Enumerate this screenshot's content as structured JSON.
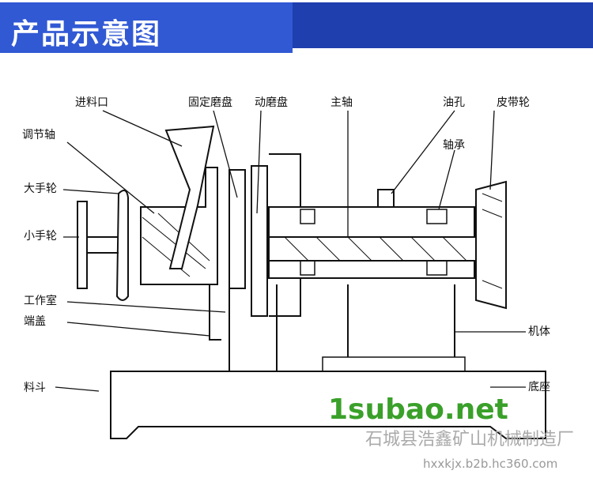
{
  "header": {
    "title": "产品示意图"
  },
  "labels": {
    "feed_inlet": "进料口",
    "adjust_shaft": "调节轴",
    "big_handwheel": "大手轮",
    "small_handwheel": "小手轮",
    "work_chamber": "工作室",
    "end_cover": "端盖",
    "hopper": "料斗",
    "fixed_disc": "固定磨盘",
    "moving_disc": "动磨盘",
    "main_shaft": "主轴",
    "oil_hole": "油孔",
    "bearing": "轴承",
    "pulley": "皮带轮",
    "body": "机体",
    "base": "底座"
  },
  "watermarks": {
    "company": "石城县浩鑫矿山机械制造厂",
    "url": "hxxkjx.b2b.hc360.com",
    "site": "1subao.net"
  }
}
